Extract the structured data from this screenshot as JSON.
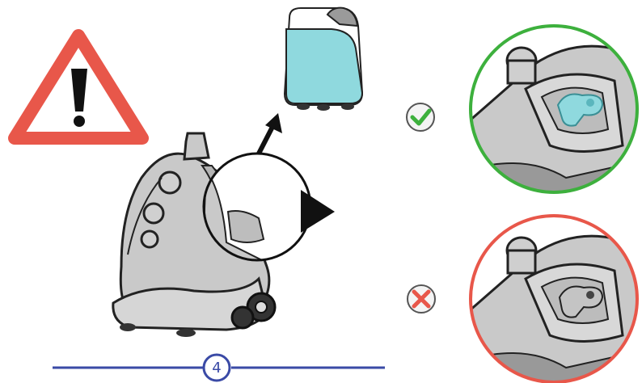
{
  "page": {
    "number": "4"
  },
  "colors": {
    "warning_red": "#e8574a",
    "ok_green": "#3db03d",
    "error_red": "#e8574a",
    "water_blue": "#8fd9de",
    "body_gray": "#c9c9c9",
    "rule_blue": "#3a4aa6"
  },
  "icons": {
    "warning": "warning-triangle-icon",
    "ok": "check-circle-icon",
    "error": "cross-circle-icon"
  },
  "panels": {
    "correct": "correct-detail",
    "incorrect": "incorrect-detail"
  }
}
